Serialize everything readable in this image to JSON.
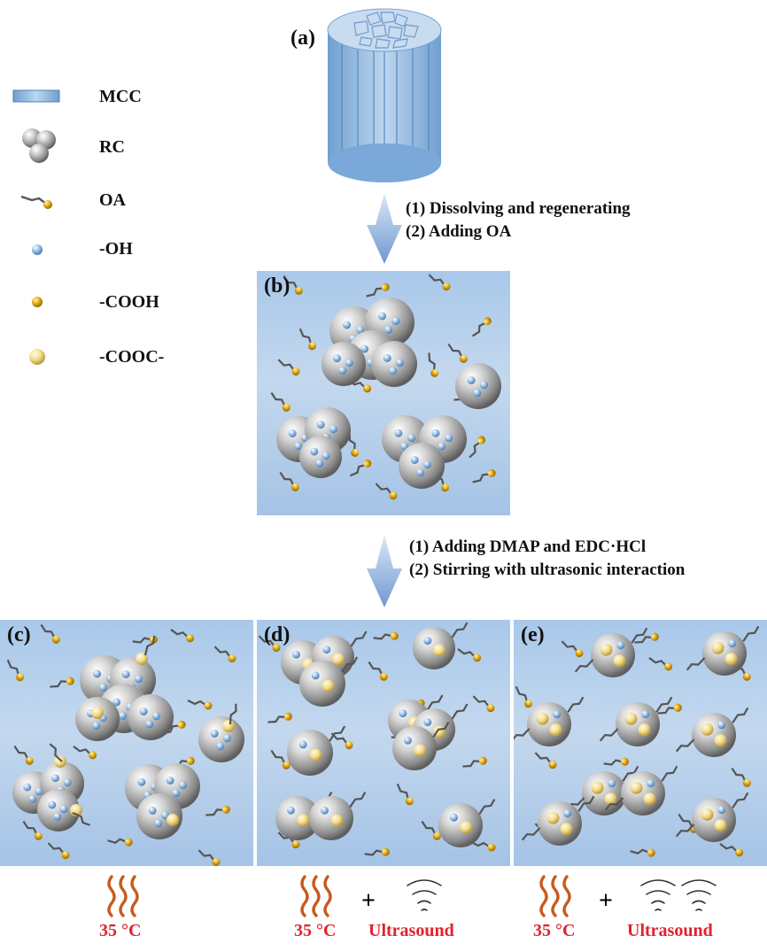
{
  "figure_labels": {
    "a": "(a)",
    "b": "(b)",
    "c": "(c)",
    "d": "(d)",
    "e": "(e)"
  },
  "legend": [
    {
      "key": "mcc",
      "label": "MCC",
      "icon": "mcc-rod-icon"
    },
    {
      "key": "rc",
      "label": "RC",
      "icon": "rc-cluster-icon"
    },
    {
      "key": "oa",
      "label": "OA",
      "icon": "oa-molecule-icon"
    },
    {
      "key": "oh",
      "label": "-OH",
      "icon": "hydroxyl-dot-icon"
    },
    {
      "key": "cooh",
      "label": "-COOH",
      "icon": "carboxyl-dot-icon"
    },
    {
      "key": "cooc",
      "label": "-COOC-",
      "icon": "ester-dot-icon"
    }
  ],
  "steps": {
    "first": [
      "(1)  Dissolving and regenerating",
      "(2)  Adding OA"
    ],
    "second": [
      "(1)  Adding DMAP and EDC·HCl",
      "(2)  Stirring with ultrasonic interaction"
    ]
  },
  "conditions": {
    "c": {
      "temperature": "35 °C"
    },
    "d": {
      "temperature": "35 °C",
      "plus": "+",
      "ultrasound": "Ultrasound"
    },
    "e": {
      "temperature": "35 °C",
      "plus": "+",
      "ultrasound": "Ultrasound"
    }
  },
  "colors": {
    "panel_bg": "#b6d0ec",
    "mcc": "#8fb8e0",
    "sphere": "#9a9a9a",
    "oh": "#8ab4e0",
    "cooh": "#d4a010",
    "cooc": "#f0dc8c",
    "heat": "#c85a1e",
    "red_text": "#e1222c",
    "arrow": "#7fa4d6"
  }
}
